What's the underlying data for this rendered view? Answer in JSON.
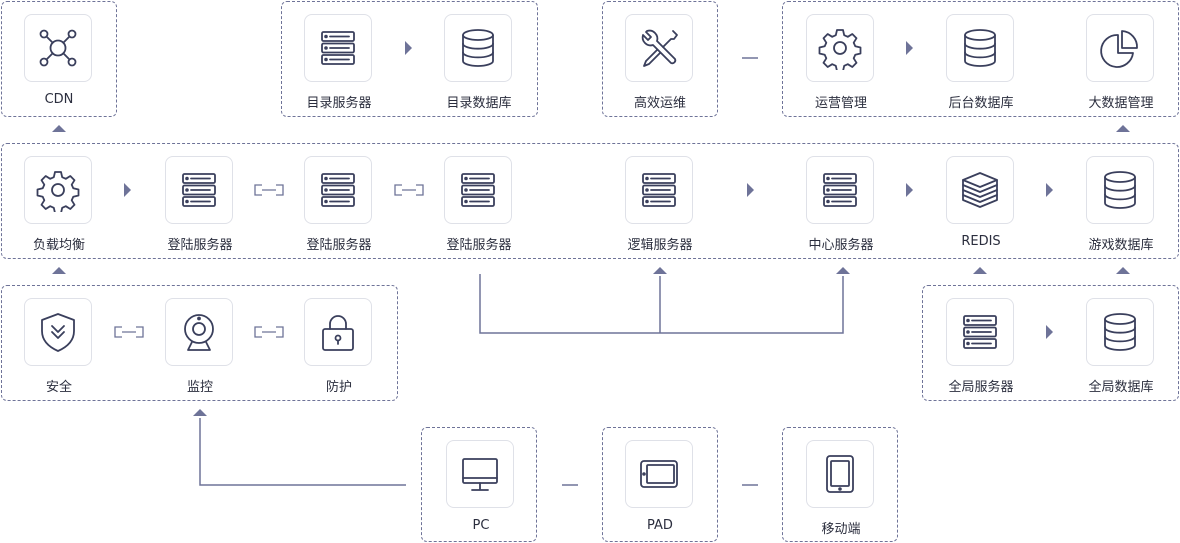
{
  "diagram": {
    "nodes": {
      "cdn": {
        "label": "CDN",
        "icon": "network-hub-icon"
      },
      "catalog_server": {
        "label": "目录服务器",
        "icon": "server-icon"
      },
      "catalog_db": {
        "label": "目录数据库",
        "icon": "database-icon"
      },
      "ops": {
        "label": "高效运维",
        "icon": "tools-icon"
      },
      "operations_mgmt": {
        "label": "运营管理",
        "icon": "gear-icon"
      },
      "backend_db": {
        "label": "后台数据库",
        "icon": "database-icon"
      },
      "bigdata_mgmt": {
        "label": "大数据管理",
        "icon": "pie-chart-icon"
      },
      "load_balance": {
        "label": "负载均衡",
        "icon": "gear-icon"
      },
      "login_server_1": {
        "label": "登陆服务器",
        "icon": "server-icon"
      },
      "login_server_2": {
        "label": "登陆服务器",
        "icon": "server-icon"
      },
      "login_server_3": {
        "label": "登陆服务器",
        "icon": "server-icon"
      },
      "logic_server": {
        "label": "逻辑服务器",
        "icon": "server-icon"
      },
      "center_server": {
        "label": "中心服务器",
        "icon": "server-icon"
      },
      "redis": {
        "label": "REDIS",
        "icon": "layers-icon"
      },
      "game_db": {
        "label": "游戏数据库",
        "icon": "database-icon"
      },
      "security": {
        "label": "安全",
        "icon": "shield-icon"
      },
      "monitor": {
        "label": "监控",
        "icon": "webcam-icon"
      },
      "protection": {
        "label": "防护",
        "icon": "lock-icon"
      },
      "global_server": {
        "label": "全局服务器",
        "icon": "server-icon"
      },
      "global_db": {
        "label": "全局数据库",
        "icon": "database-icon"
      },
      "pc": {
        "label": "PC",
        "icon": "monitor-icon"
      },
      "pad": {
        "label": "PAD",
        "icon": "tablet-landscape-icon"
      },
      "mobile": {
        "label": "移动端",
        "icon": "tablet-portrait-icon"
      }
    }
  },
  "colors": {
    "line": "#6e7398",
    "icon_stroke": "#3a3f5c",
    "tile_border": "#dfe1e8",
    "label": "#2b2e3e"
  }
}
